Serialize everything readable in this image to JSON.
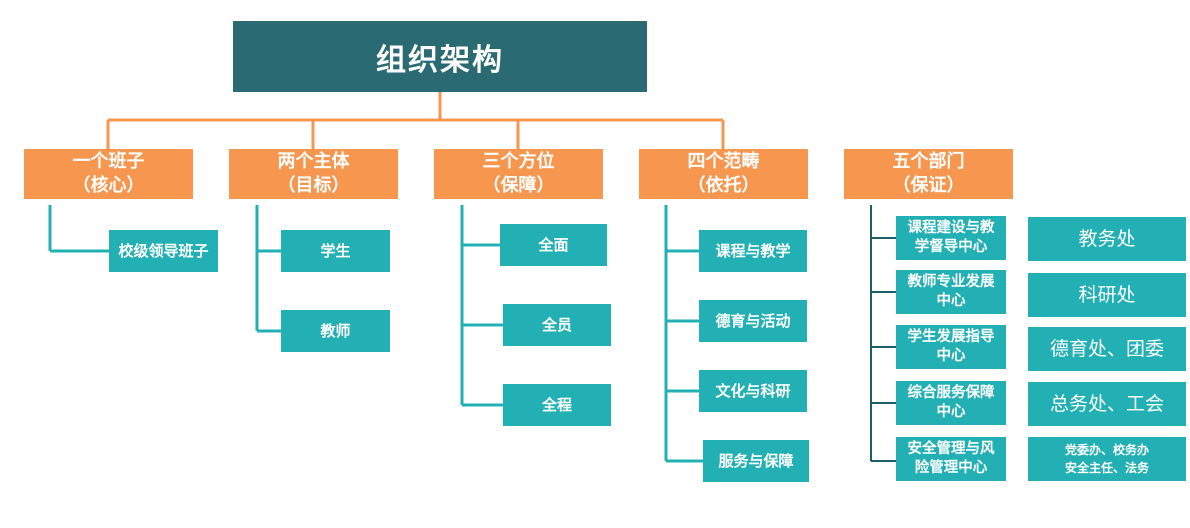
{
  "title": "组织架构",
  "groups": [
    {
      "line1": "一个班子",
      "line2": "（核心）",
      "items": [
        "校级领导班子"
      ]
    },
    {
      "line1": "两个主体",
      "line2": "（目标）",
      "items": [
        "学生",
        "教师"
      ]
    },
    {
      "line1": "三个方位",
      "line2": "（保障）",
      "items": [
        "全面",
        "全员",
        "全程"
      ]
    },
    {
      "line1": "四个范畴",
      "line2": "（依托）",
      "items": [
        "课程与教学",
        "德育与活动",
        "文化与科研",
        "服务与保障"
      ]
    },
    {
      "line1": "五个部门",
      "line2": "（保证）",
      "items": [
        "课程建设与教学督导中心",
        "教师专业发展中心",
        "学生发展指导中心",
        "综合服务保障中心",
        "安全管理与风险管理中心"
      ]
    }
  ],
  "offices": [
    "教务处",
    "科研处",
    "德育处、团委",
    "总务处、工会"
  ],
  "office_last": {
    "line1": "党委办、校务办",
    "line2": "安全主任、法务"
  },
  "colors": {
    "title_bg": "#2a6a73",
    "header_bg": "#f7964e",
    "item_bg": "#22b0b5",
    "orange_line": "#f7964e",
    "teal_line": "#22b0b5"
  }
}
